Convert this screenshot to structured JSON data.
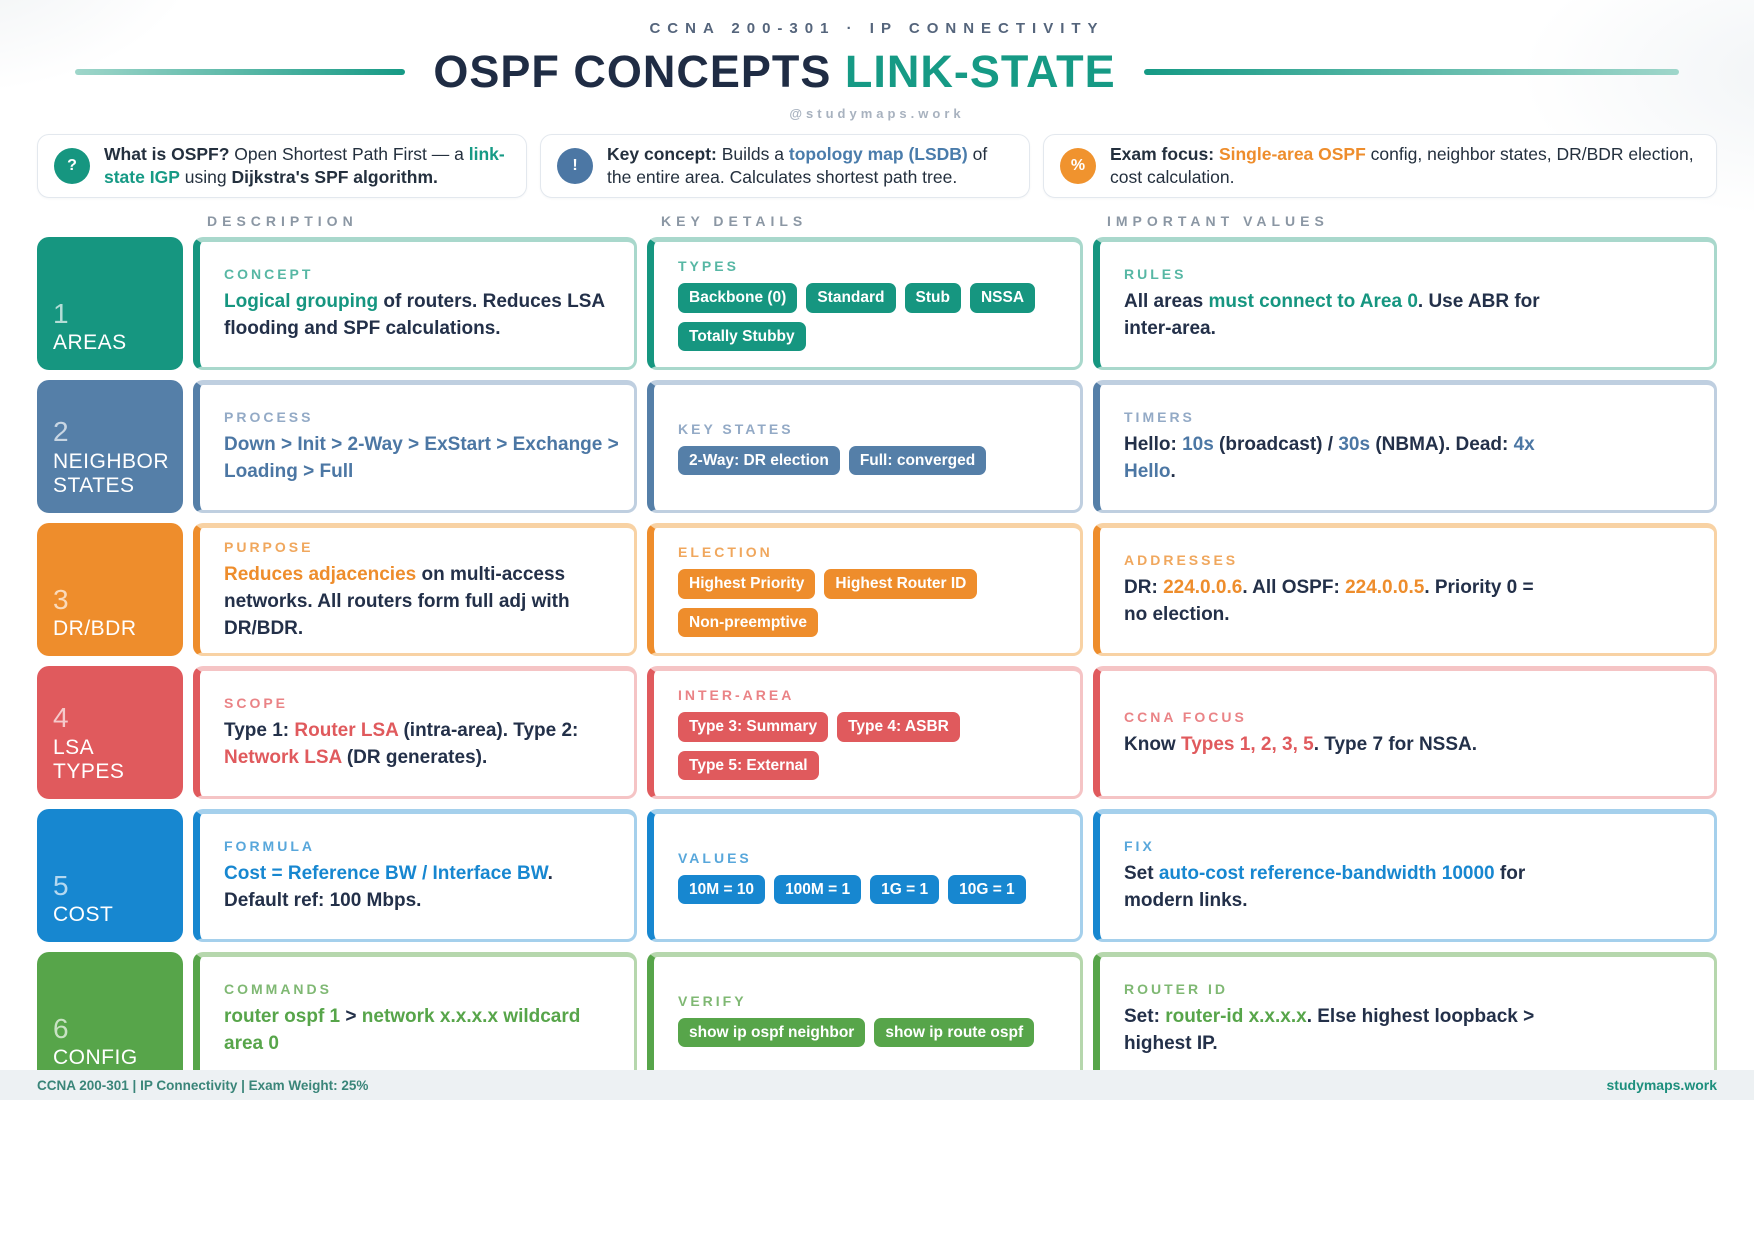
{
  "header": {
    "kicker": "CCNA 200-301 · IP CONNECTIVITY",
    "title_dark": "OSPF CONCEPTS",
    "title_accent": "LINK-STATE",
    "handle": "@studymaps.work"
  },
  "info_boxes": [
    {
      "icon": "?",
      "icon_name": "question-icon",
      "color": "#169680",
      "segments": [
        {
          "t": "What is OSPF?",
          "b": true
        },
        {
          "t": " Open Shortest Path First — a "
        },
        {
          "t": "link-state IGP",
          "c": "#169a85"
        },
        {
          "t": " using "
        },
        {
          "t": "Dijkstra's SPF algorithm.",
          "b": true
        }
      ]
    },
    {
      "icon": "!",
      "icon_name": "exclamation-icon",
      "color": "#4c77a4",
      "segments": [
        {
          "t": "Key concept:",
          "b": true
        },
        {
          "t": " Builds a "
        },
        {
          "t": "topology map (LSDB)",
          "c": "#4a7cab"
        },
        {
          "t": " of the entire area. Calculates shortest path tree."
        }
      ]
    },
    {
      "icon": "%",
      "icon_name": "percent-icon",
      "color": "#f0932e",
      "segments": [
        {
          "t": "Exam focus:",
          "b": true
        },
        {
          "t": " "
        },
        {
          "t": "Single-area OSPF",
          "c": "#ee8d2c"
        },
        {
          "t": " config, neighbor states, DR/BDR election, cost calculation."
        }
      ]
    }
  ],
  "column_headers": [
    "DESCRIPTION",
    "KEY DETAILS",
    "IMPORTANT VALUES"
  ],
  "rows": [
    {
      "number": "1",
      "name": "AREAS",
      "color": "#169680",
      "tint": "#a9d8cc",
      "label_color": "#57b7a4",
      "desc": {
        "label": "CONCEPT",
        "segments": [
          {
            "t": "Logical grouping",
            "c": "#169680"
          },
          {
            "t": " of routers. Reduces LSA flooding and SPF calculations."
          }
        ]
      },
      "details": {
        "label": "TYPES",
        "badges": [
          "Backbone (0)",
          "Standard",
          "Stub",
          "NSSA",
          "Totally Stubby"
        ]
      },
      "values": {
        "label": "RULES",
        "segments": [
          {
            "t": "All areas "
          },
          {
            "t": "must connect to Area 0",
            "c": "#169680"
          },
          {
            "t": ". Use ABR for inter-area."
          }
        ]
      }
    },
    {
      "number": "2",
      "name": "NEIGHBOR\nSTATES",
      "color": "#557fa8",
      "tint": "#bfcfe0",
      "label_color": "#93aac6",
      "desc": {
        "label": "PROCESS",
        "segments": [
          {
            "t": "Down > Init > 2-Way > ExStart > Exchange > Loading > Full",
            "c": "#4c77a4"
          }
        ]
      },
      "details": {
        "label": "KEY STATES",
        "badges": [
          "2-Way: DR election",
          "Full: converged"
        ]
      },
      "values": {
        "label": "TIMERS",
        "segments": [
          {
            "t": "Hello: "
          },
          {
            "t": "10s",
            "c": "#4c77a4"
          },
          {
            "t": " (broadcast) / "
          },
          {
            "t": "30s",
            "c": "#4c77a4"
          },
          {
            "t": " (NBMA). Dead: "
          },
          {
            "t": "4x Hello",
            "c": "#4c77a4"
          },
          {
            "t": "."
          }
        ]
      }
    },
    {
      "number": "3",
      "name": "DR/BDR",
      "color": "#ee8d2c",
      "tint": "#f8d2a4",
      "label_color": "#f0a75d",
      "desc": {
        "label": "PURPOSE",
        "segments": [
          {
            "t": "Reduces adjacencies",
            "c": "#ee8d2c"
          },
          {
            "t": " on multi-access networks. All routers form full adj with DR/BDR."
          }
        ]
      },
      "details": {
        "label": "ELECTION",
        "badges": [
          "Highest Priority",
          "Highest Router ID",
          "Non-preemptive"
        ]
      },
      "values": {
        "label": "ADDRESSES",
        "segments": [
          {
            "t": "DR: "
          },
          {
            "t": "224.0.0.6",
            "c": "#ee8d2c"
          },
          {
            "t": ". All OSPF: "
          },
          {
            "t": "224.0.0.5",
            "c": "#ee8d2c"
          },
          {
            "t": ". Priority 0 = no election."
          }
        ]
      }
    },
    {
      "number": "4",
      "name": "LSA\nTYPES",
      "color": "#e05a5d",
      "tint": "#f5c4c5",
      "label_color": "#ea8386",
      "desc": {
        "label": "SCOPE",
        "segments": [
          {
            "t": "Type 1: "
          },
          {
            "t": "Router LSA",
            "c": "#e05a5d"
          },
          {
            "t": " (intra-area). Type 2: "
          },
          {
            "t": "Network LSA",
            "c": "#e05a5d"
          },
          {
            "t": " (DR generates)."
          }
        ]
      },
      "details": {
        "label": "INTER-AREA",
        "badges": [
          "Type 3: Summary",
          "Type 4: ASBR",
          "Type 5: External"
        ]
      },
      "values": {
        "label": "CCNA FOCUS",
        "segments": [
          {
            "t": "Know "
          },
          {
            "t": "Types 1, 2, 3, 5",
            "c": "#e05a5d"
          },
          {
            "t": ". Type 7 for NSSA."
          }
        ]
      }
    },
    {
      "number": "5",
      "name": "COST",
      "color": "#1787d0",
      "tint": "#a5d0ec",
      "label_color": "#58a7db",
      "desc": {
        "label": "FORMULA",
        "segments": [
          {
            "t": "Cost = Reference BW / Interface BW",
            "c": "#1787d0"
          },
          {
            "t": ". Default ref: 100 Mbps."
          }
        ]
      },
      "details": {
        "label": "VALUES",
        "badges": [
          "10M = 10",
          "100M = 1",
          "1G = 1",
          "10G = 1"
        ]
      },
      "values": {
        "label": "FIX",
        "segments": [
          {
            "t": "Set "
          },
          {
            "t": "auto-cost reference-bandwidth 10000",
            "c": "#1787d0"
          },
          {
            "t": " for modern links."
          }
        ]
      }
    },
    {
      "number": "6",
      "name": "CONFIG",
      "color": "#57a54a",
      "tint": "#b6d7ad",
      "label_color": "#7fb873",
      "desc": {
        "label": "COMMANDS",
        "segments": [
          {
            "t": "router ospf 1",
            "c": "#57a54a"
          },
          {
            "t": " > "
          },
          {
            "t": "network x.x.x.x wildcard area 0",
            "c": "#57a54a"
          }
        ]
      },
      "details": {
        "label": "VERIFY",
        "badges": [
          "show ip ospf neighbor",
          "show ip route ospf"
        ]
      },
      "values": {
        "label": "ROUTER ID",
        "segments": [
          {
            "t": "Set: "
          },
          {
            "t": "router-id x.x.x.x",
            "c": "#57a54a"
          },
          {
            "t": ". Else highest loopback > highest IP."
          }
        ]
      }
    }
  ],
  "footer": {
    "left": "CCNA 200-301 | IP Connectivity | Exam Weight: 25%",
    "right": "studymaps.work"
  }
}
